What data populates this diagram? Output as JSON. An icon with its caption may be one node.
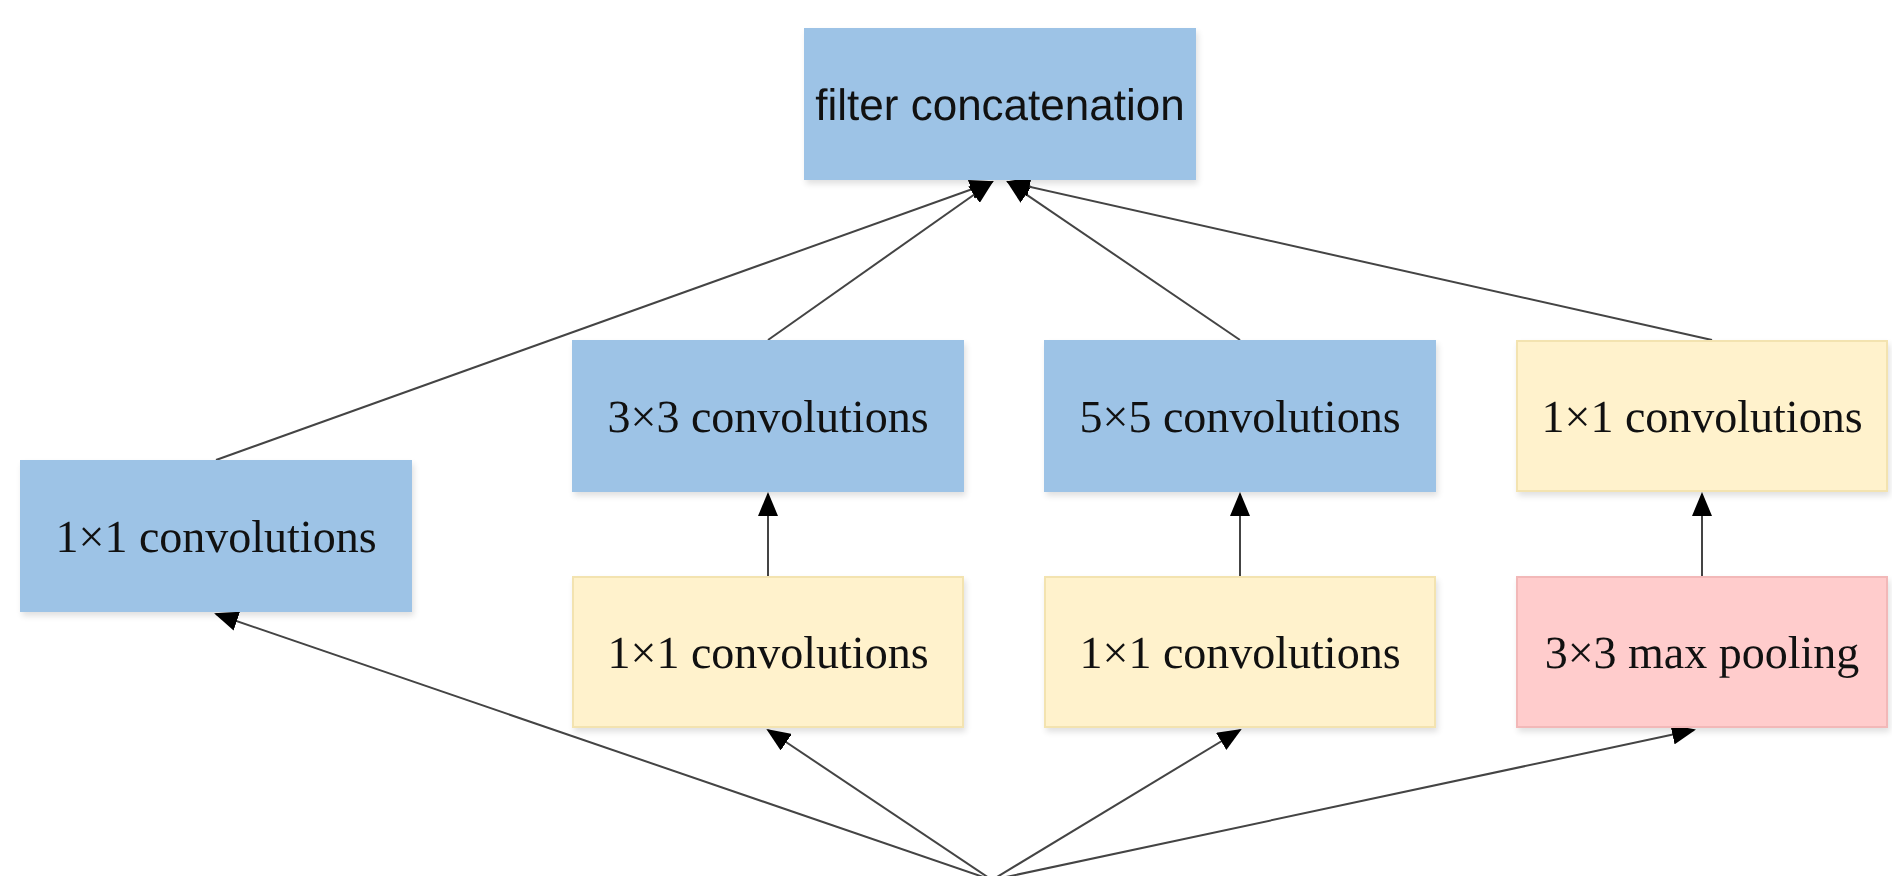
{
  "diagram": {
    "nodes": [
      {
        "text": [
          "filter concatenation"
        ]
      },
      {
        "text": [
          "1×1 convolutions"
        ]
      },
      {
        "text": [
          "3×3 convolutions"
        ]
      },
      {
        "text": [
          "5×5 convolutions"
        ]
      },
      {
        "text": [
          "1×1 convolutions"
        ]
      },
      {
        "text": [
          "1×1 convolutions"
        ]
      },
      {
        "text": [
          "1×1 convolutions"
        ]
      },
      {
        "text": [
          "3×3 max pooling"
        ]
      }
    ],
    "edges": [
      {
        "from": 1,
        "to": 0,
        "arrow": "to"
      },
      {
        "from": 2,
        "to": 0,
        "arrow": "to"
      },
      {
        "from": 3,
        "to": 0,
        "arrow": "to"
      },
      {
        "from": 4,
        "to": 0,
        "arrow": "to"
      },
      {
        "from": 5,
        "to": 2,
        "arrow": "to"
      },
      {
        "from": 6,
        "to": 3,
        "arrow": "to"
      },
      {
        "from": 7,
        "to": 4,
        "arrow": "to"
      },
      {
        "from": null,
        "to": 1,
        "arrow": "to"
      },
      {
        "from": null,
        "to": 5,
        "arrow": "to"
      },
      {
        "from": null,
        "to": 6,
        "arrow": "to"
      },
      {
        "from": null,
        "to": 7,
        "arrow": "to"
      }
    ]
  }
}
